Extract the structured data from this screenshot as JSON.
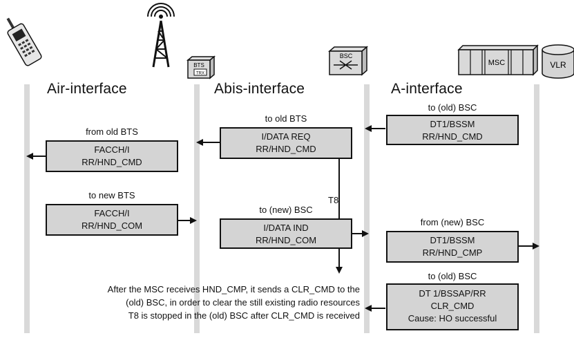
{
  "headers": {
    "air": "Air-interface",
    "abis": "Abis-interface",
    "a": "A-interface"
  },
  "devices": {
    "bts_label": "BTS",
    "trx_label": "TRX",
    "bsc_label": "BSC",
    "msc_label": "MSC",
    "vlr_label": "VLR"
  },
  "messages": {
    "msg1": {
      "caption": "to (old) BSC",
      "line1": "DT1/BSSM",
      "line2": "RR/HND_CMD"
    },
    "msg2": {
      "caption": "to old BTS",
      "line1": "I/DATA REQ",
      "line2": "RR/HND_CMD"
    },
    "msg3": {
      "caption": "from old BTS",
      "line1": "FACCH/I",
      "line2": "RR/HND_CMD"
    },
    "msg4": {
      "caption": "to new BTS",
      "line1": "FACCH/I",
      "line2": "RR/HND_COM"
    },
    "msg5": {
      "caption": "to (new) BSC",
      "line1": "I/DATA IND",
      "line2": "RR/HND_COM"
    },
    "msg6": {
      "caption": "from (new) BSC",
      "line1": "DT1/BSSM",
      "line2": "RR/HND_CMP"
    },
    "msg7": {
      "caption": "to (old) BSC",
      "line1": "DT 1/BSSAP/RR",
      "line2": "CLR_CMD",
      "line3": "Cause: HO successful"
    }
  },
  "timer": "T8",
  "note": {
    "line1": "After the MSC receives HND_CMP, it sends a CLR_CMD to the",
    "line2": "(old) BSC, in order to clear the still existing radio resources",
    "line3": "T8 is stopped in the (old) BSC after CLR_CMD is received"
  }
}
